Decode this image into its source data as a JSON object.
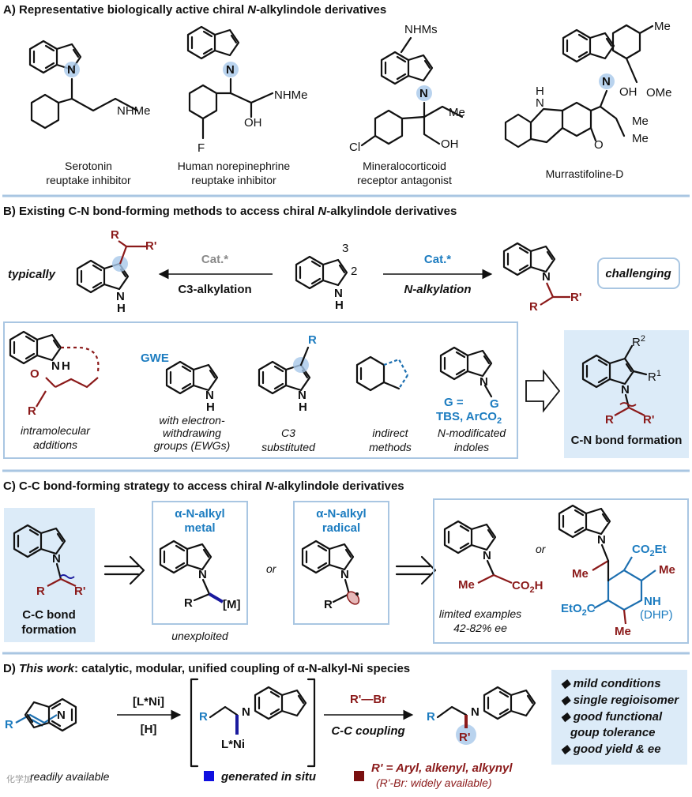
{
  "sectionA": {
    "title_prefix": "A) Representative biologically active chiral ",
    "title_italic": "N",
    "title_suffix": "-alkylindole derivatives",
    "compounds": [
      {
        "label": "Serotonin",
        "label2": "reuptake inhibitor",
        "substituent": "NHMe"
      },
      {
        "label": "Human norepinephrine",
        "label2": "reuptake inhibitor",
        "substituent": "NHMe",
        "extra": [
          "OH",
          "F"
        ]
      },
      {
        "label": "Mineralocorticoid",
        "label2": "receptor antagonist",
        "extra": [
          "NHMs",
          "Me",
          "OH",
          "Cl"
        ]
      },
      {
        "label": "Murrastifoline-D",
        "extra": [
          "Me",
          "OMe",
          "OH",
          "Me",
          "Me",
          "H",
          "N",
          "O"
        ]
      }
    ]
  },
  "sectionB": {
    "title_prefix": "B) Existing C-N bond-forming methods to access chiral ",
    "title_italic": "N",
    "title_suffix": "-alkylindole derivatives",
    "typically": "typically",
    "cat_left": "Cat.*",
    "cat_right": "Cat.*",
    "c3_alkylation": "C3-alkylation",
    "n_alkylation": "N-alkylation",
    "challenging": "challenging",
    "pos3": "3",
    "pos2": "2",
    "R": "R",
    "Rp": "R'",
    "NH": "N",
    "H": "H",
    "examples": [
      {
        "line1": "intramolecular",
        "line2": "additions"
      },
      {
        "line1": "with electron-",
        "line2": "withdrawing",
        "line3": "groups (EWGs)"
      },
      {
        "line1": "C3",
        "line2": "substituted"
      },
      {
        "line1": "indirect",
        "line2": "methods"
      },
      {
        "line1": "N-modificated",
        "line2": "indoles"
      }
    ],
    "gwe": "GWE",
    "g_eq": "G =",
    "g_val": "TBS, ArCO",
    "g_sub": "2",
    "G": "G",
    "O": "O",
    "cn_formation": "C-N bond formation",
    "R1": "R",
    "R1_sup": "1",
    "R2": "R",
    "R2_sup": "2"
  },
  "sectionC": {
    "title_prefix": "C) C-C bond-forming strategy to access chiral ",
    "title_italic": "N",
    "title_suffix": "-alkylindole derivatives",
    "cc_bond": "C-C bond",
    "formation": "formation",
    "metal_head": "α-N-alkyl",
    "metal": "metal",
    "radical_head": "α-N-alkyl",
    "radical": "radical",
    "or1": "or",
    "or2": "or",
    "M": "[M]",
    "unexploited": "unexploited",
    "limited": "limited examples",
    "ee_range": "42-82% ee",
    "co2h": "CO",
    "co2h_sub": "2",
    "co2h_end": "H",
    "me": "Me",
    "co2et": "CO",
    "co2et_sub": "2",
    "co2et_end": "Et",
    "eto2c": "EtO",
    "eto2c_sub": "2",
    "eto2c_end": "C",
    "nh": "NH",
    "dhp": "(DHP)"
  },
  "sectionD": {
    "title_prefix": "D) ",
    "title_italic": "This work",
    "title_suffix": ": catalytic, modular, unified coupling of α-N-alkyl-Ni species",
    "lni": "[L*Ni]",
    "h": "[H]",
    "rbr": "R'—Br",
    "cc_coupling": "C-C coupling",
    "lni_label": "L*Ni",
    "readily": "readily available",
    "in_situ": "generated in situ",
    "rprime_def": "R' = Aryl, alkenyl, alkynyl",
    "rbr_avail": "(R'-Br: widely available)",
    "bullets": [
      "mild conditions",
      "single regioisomer",
      "good functional",
      "goup tolerance",
      "good yield & ee"
    ],
    "watermark": "化学加"
  },
  "colors": {
    "red": "#8b1a1a",
    "blue": "#1c7cc0",
    "navy": "#1a1a9e",
    "box": "#dcebf8",
    "sep": "#a9c6e2"
  }
}
